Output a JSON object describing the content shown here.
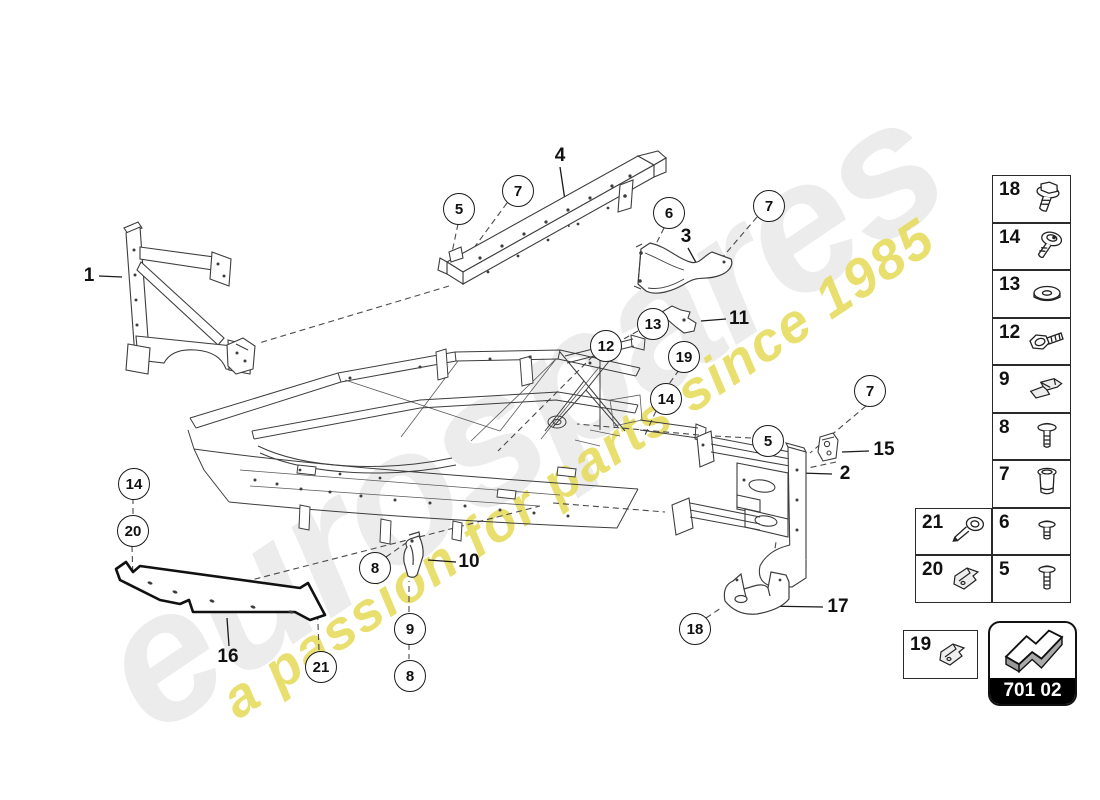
{
  "watermark": {
    "brand": "eurospares",
    "tagline": "a passion for parts since 1985"
  },
  "diagram": {
    "title_note": "trim frame front part exploded diagram",
    "callouts": [
      {
        "label": "5"
      },
      {
        "label": "7"
      },
      {
        "label": "6"
      },
      {
        "label": "7"
      },
      {
        "label": "13"
      },
      {
        "label": "12"
      },
      {
        "label": "19"
      },
      {
        "label": "14"
      },
      {
        "label": "5"
      },
      {
        "label": "7"
      },
      {
        "label": "14"
      },
      {
        "label": "20"
      },
      {
        "label": "8"
      },
      {
        "label": "9"
      },
      {
        "label": "8"
      },
      {
        "label": "21"
      },
      {
        "label": "18"
      }
    ],
    "labels": [
      {
        "label": "1"
      },
      {
        "label": "4"
      },
      {
        "label": "3"
      },
      {
        "label": "11"
      },
      {
        "label": "2"
      },
      {
        "label": "15"
      },
      {
        "label": "10"
      },
      {
        "label": "16"
      },
      {
        "label": "17"
      }
    ]
  },
  "legend": {
    "column_items": [
      {
        "num": "18",
        "icon": "hex-flange-bolt"
      },
      {
        "num": "14",
        "icon": "oval-head-screw"
      },
      {
        "num": "13",
        "icon": "washer"
      },
      {
        "num": "12",
        "icon": "hex-bolt"
      },
      {
        "num": "9",
        "icon": "retaining-clip"
      },
      {
        "num": "8",
        "icon": "pan-head-screw"
      },
      {
        "num": "7",
        "icon": "spacer-sleeve"
      },
      {
        "num": "6",
        "icon": "round-head-screw"
      },
      {
        "num": "5",
        "icon": "round-head-screw"
      }
    ],
    "side_items": [
      {
        "num": "21",
        "icon": "expansion-rivet"
      },
      {
        "num": "20",
        "icon": "sheet-metal-clip"
      }
    ],
    "detached_item": {
      "num": "19",
      "icon": "sheet-metal-clip"
    },
    "page_code": "701 02"
  },
  "colors": {
    "line": "#3d3d3d",
    "watermark_gray": "#ececec",
    "watermark_yellow": "#e6db5a",
    "code_bar": "#000000"
  }
}
